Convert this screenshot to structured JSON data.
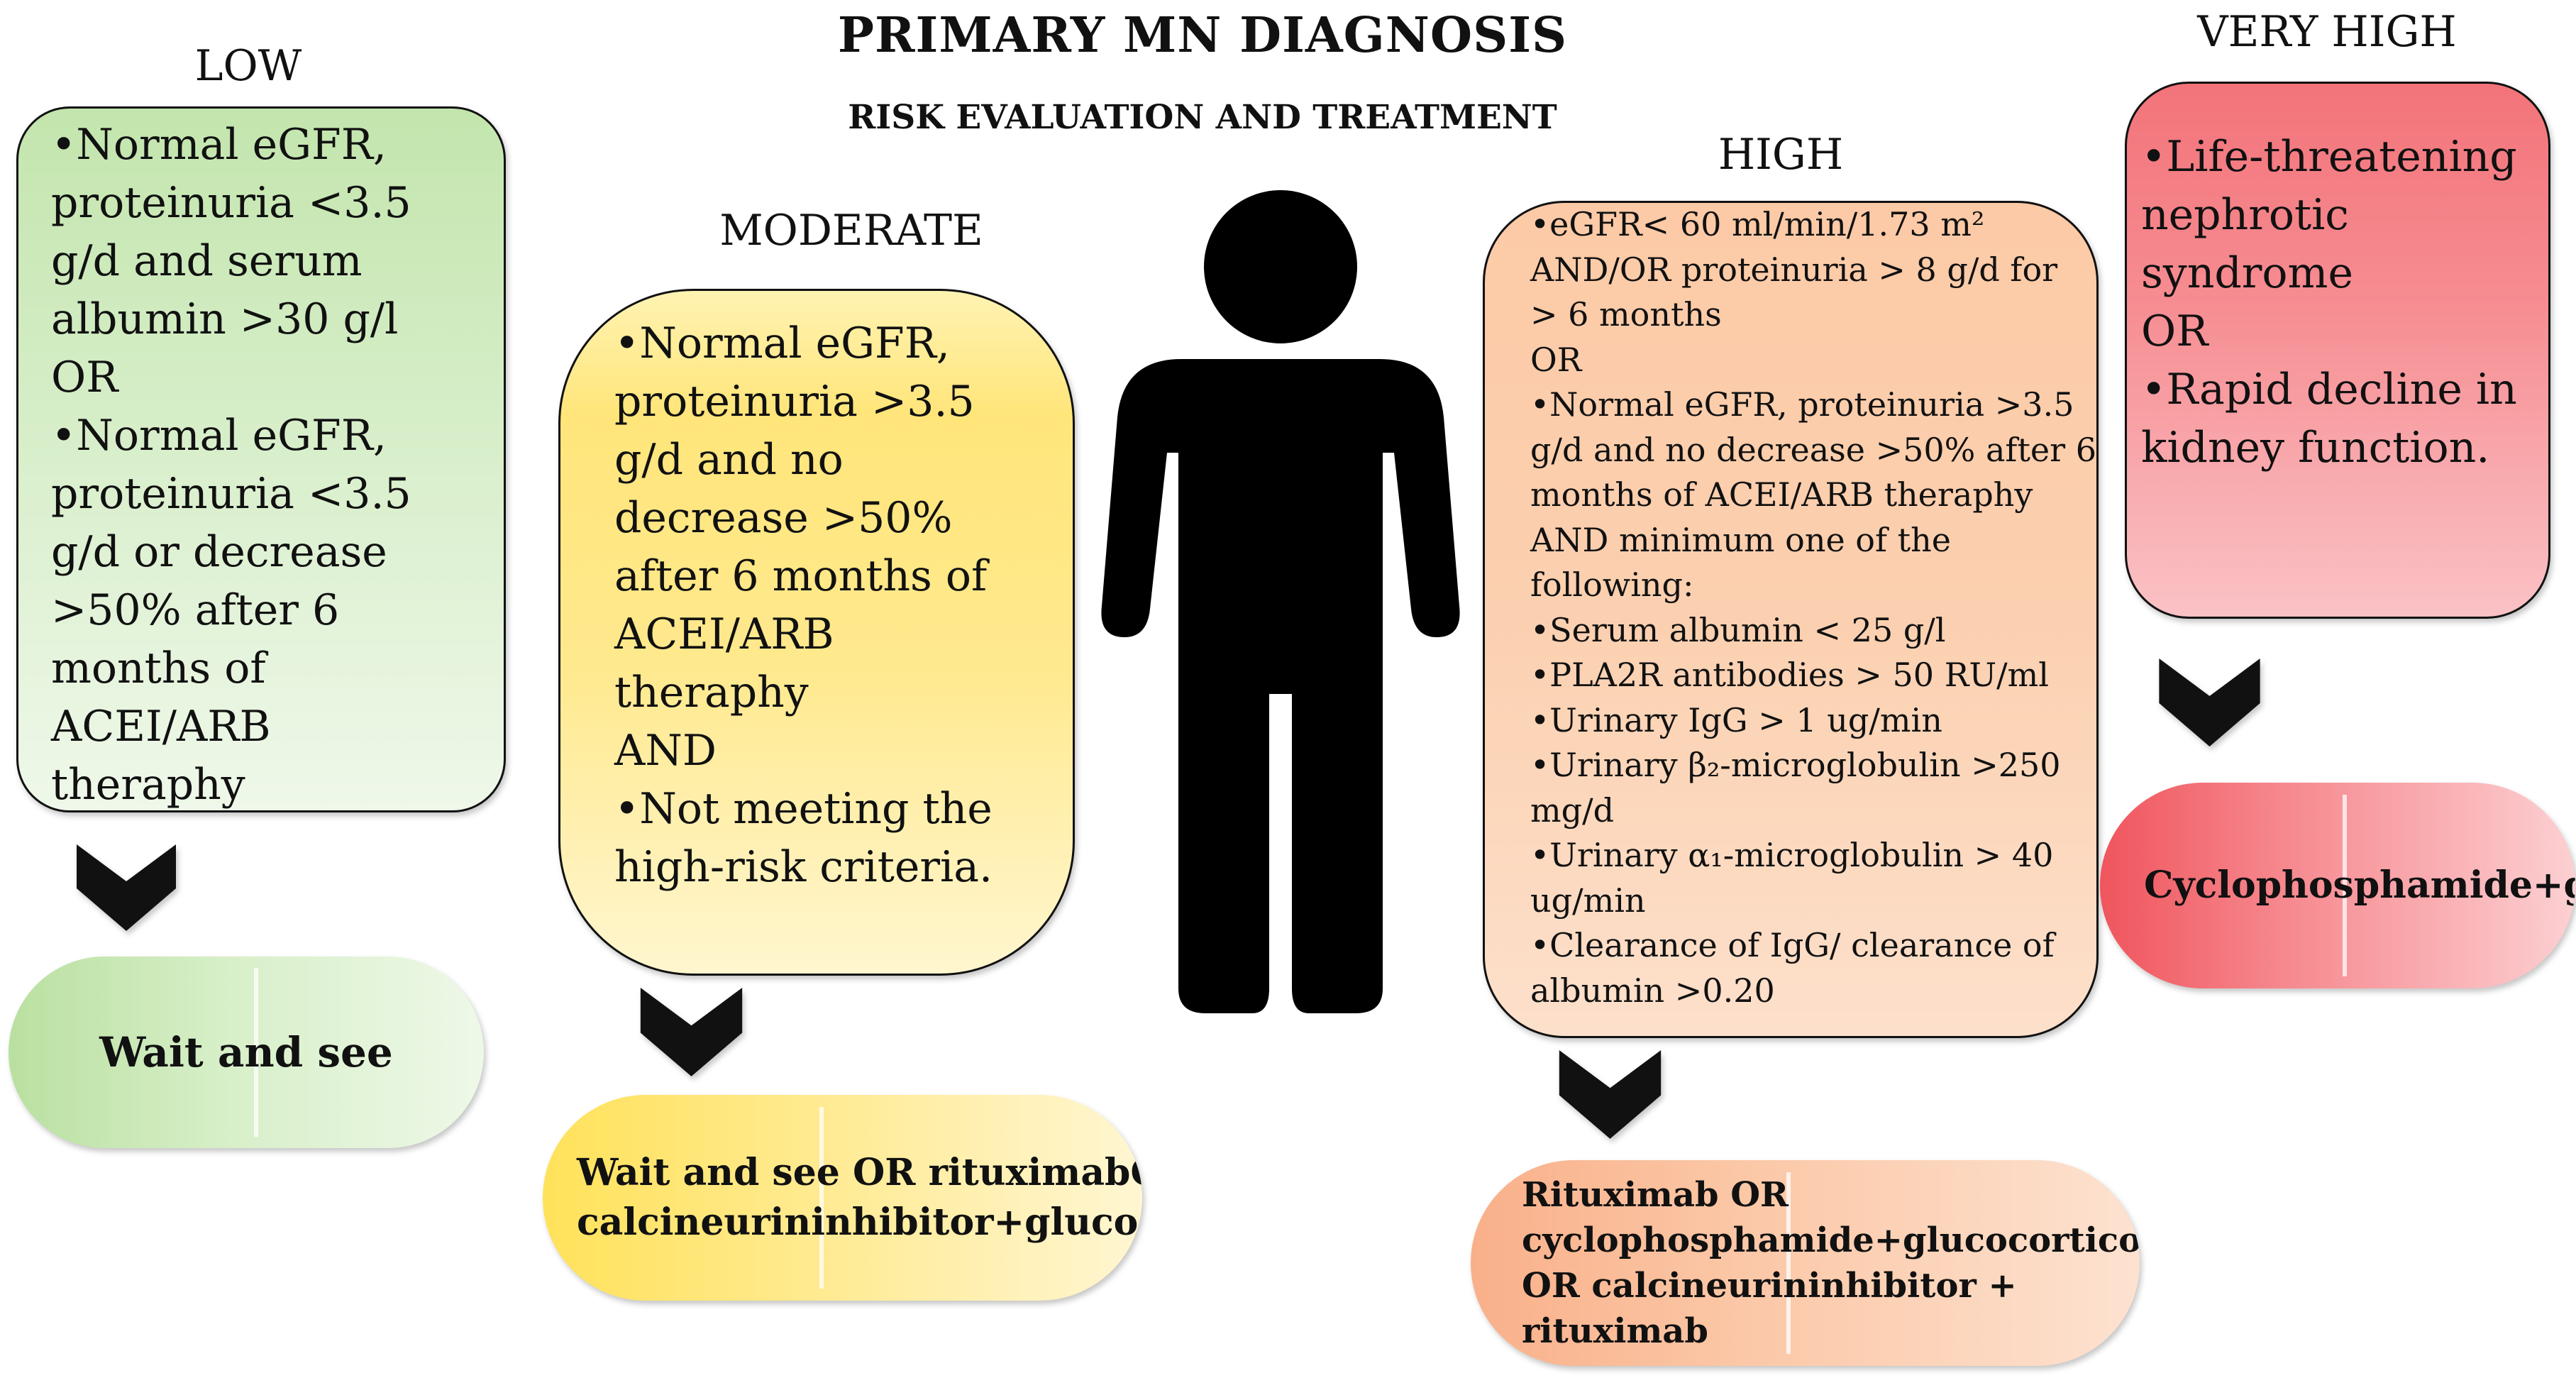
{
  "title": "PRIMARY MN DIAGNOSIS",
  "subtitle": "RISK EVALUATION AND TREATMENT",
  "person_icon": "person-silhouette-icon",
  "arrow_icon": "chevron-down-icon",
  "colors": {
    "low": "#c8e8b4",
    "moderate": "#ffe680",
    "high": "#fbc59f",
    "very_high": "#f47f84",
    "text": "#111111"
  },
  "low": {
    "heading": "LOW",
    "criteria": [
      "•Normal eGFR,",
      "proteinuria <3.5",
      "g/d and serum",
      "albumin >30 g/l",
      "OR",
      "•Normal eGFR,",
      "proteinuria <3.5",
      "g/d or decrease",
      ">50% after 6",
      "months of",
      "ACEI/ARB",
      "theraphy"
    ],
    "treatment": [
      "Wait and see"
    ]
  },
  "moderate": {
    "heading": "MODERATE",
    "criteria": [
      "•Normal eGFR,",
      "proteinuria >3.5",
      "g/d and no",
      "decrease >50%",
      "after 6 months of",
      "ACEI/ARB",
      "theraphy",
      "AND",
      "•Not meeting the",
      "high-risk criteria."
    ],
    "treatment": [
      "Wait and see OR rituximab",
      "OR calcineurin",
      "inhibitor+glucocorticoids"
    ]
  },
  "high": {
    "heading": "HIGH",
    "criteria": [
      "•eGFR< 60 ml/min/1.73 m²",
      "AND/OR proteinuria > 8 g/d for",
      "> 6 months",
      "OR",
      "•Normal eGFR, proteinuria >3.5",
      "g/d and no decrease >50% after 6",
      "months of ACEI/ARB theraphy",
      "AND minimum one of the",
      "following:",
      "•Serum albumin < 25 g/l",
      "•PLA2R antibodies > 50 RU/ml",
      "•Urinary IgG > 1 ug/min",
      "•Urinary β₂-microglobulin >250",
      "mg/d",
      "•Urinary α₁-microglobulin > 40",
      "ug/min",
      "•Clearance of IgG/ clearance of",
      "albumin >0.20"
    ],
    "treatment": [
      "Rituximab OR cyclophosphamide+",
      "glucocorticoids OR calcineurin",
      "inhibitor + rituximab"
    ]
  },
  "very_high": {
    "heading": "VERY HIGH",
    "criteria": [
      "•Life-threatening",
      "nephrotic",
      "syndrome",
      "OR",
      "•Rapid decline in",
      "kidney function."
    ],
    "treatment": [
      "Cyclophosphamide+",
      "glucocorticoids"
    ]
  }
}
